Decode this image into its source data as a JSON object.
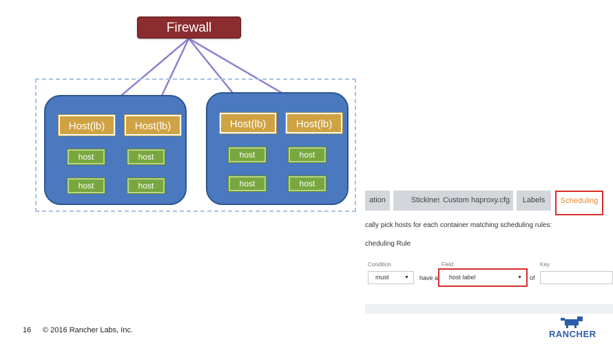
{
  "diagram": {
    "firewall_label": "Firewall",
    "lb_label": "Host(lb)",
    "host_label": "host"
  },
  "ui": {
    "tabs": [
      {
        "label": "ation"
      },
      {
        "label": "Stickiness"
      },
      {
        "label": "Custom haproxy.cfg"
      },
      {
        "label": "Labels"
      },
      {
        "label": "Scheduling"
      }
    ],
    "description": "cally pick hosts for each container matching scheduling rules:",
    "section_title": "cheduling Rule",
    "condition_header": "Condition",
    "field_header": "Field",
    "key_header": "Key",
    "condition_value": "must",
    "have_a_text": "have a",
    "field_value": "host label",
    "of_text": "of",
    "key_value": ""
  },
  "footer": {
    "page_number": "16",
    "copyright": "© 2016 Rancher Labs, Inc.",
    "logo_text": "RANCHER"
  },
  "colors": {
    "firewall": "#8b2c2e",
    "cluster": "#4a79bf",
    "lb": "#cfa243",
    "host": "#78a73f",
    "arrow": "#8f7fd0",
    "highlight": "#d72c2c",
    "scheduling_text": "#e58a3a",
    "logo": "#2d5da8"
  }
}
